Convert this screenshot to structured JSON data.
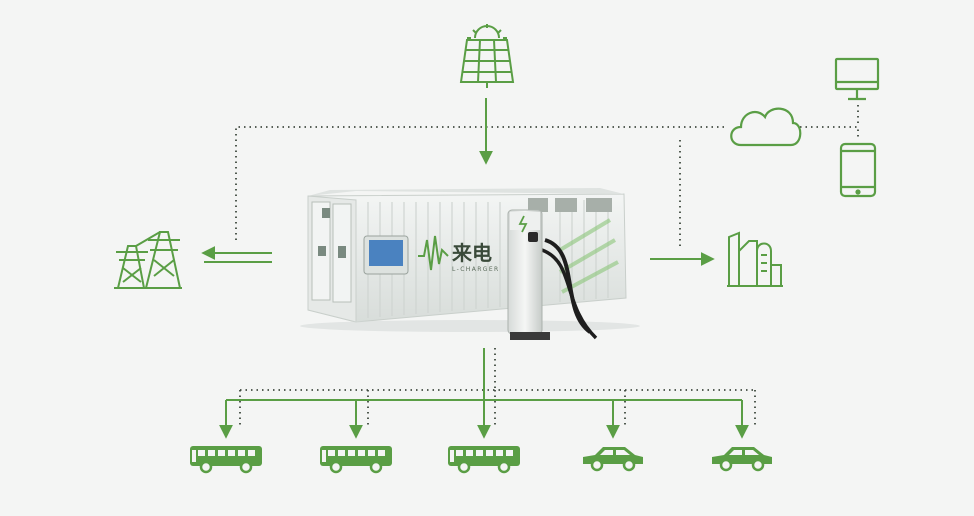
{
  "colors": {
    "accent": "#5a9e45",
    "dotted": "#3f4a3f",
    "container_body": "#e9ecea",
    "container_shadow": "#c9cfcb",
    "screen": "#4a82c0"
  },
  "container": {
    "brand_cn": "来电",
    "brand_en": "L-CHARGER"
  },
  "icons": {
    "solar": "solar-panel-icon",
    "cloud": "cloud-icon",
    "monitor": "monitor-icon",
    "phone": "phone-icon",
    "grid": "power-tower-icon",
    "factory": "factory-icon",
    "bus": "bus-icon",
    "car": "car-icon",
    "charger": "charging-pile-icon"
  },
  "vehicles": [
    "bus",
    "bus",
    "bus",
    "car",
    "car"
  ]
}
